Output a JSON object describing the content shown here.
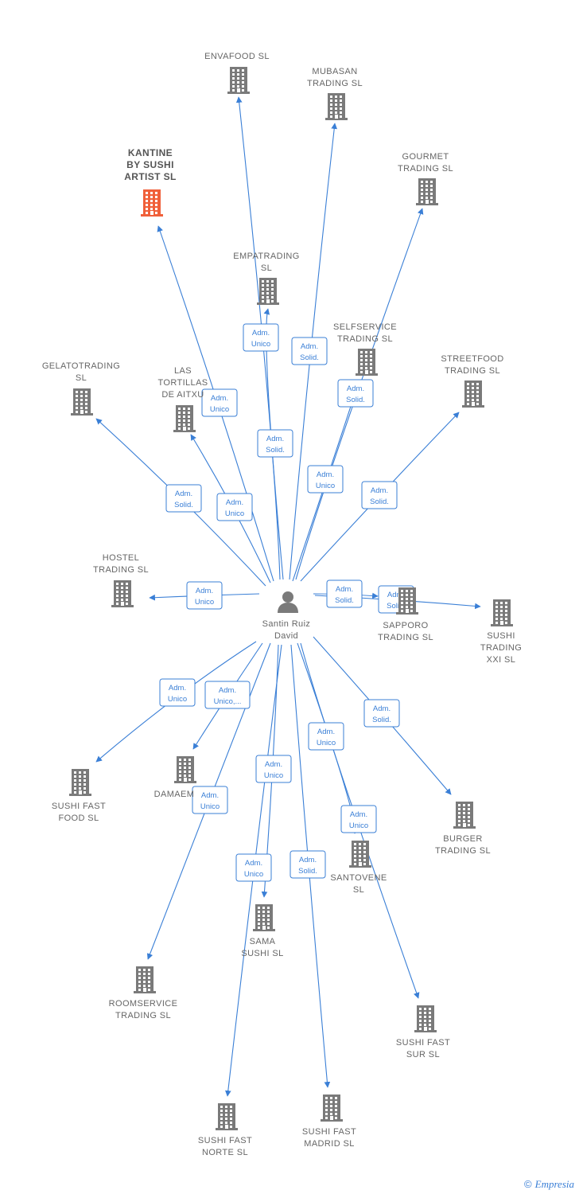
{
  "person": {
    "name_lines": [
      "Santin Ruiz",
      "David"
    ]
  },
  "companies": [
    {
      "id": "envafood",
      "lines": [
        "ENVAFOOD  SL"
      ],
      "focus": false
    },
    {
      "id": "mubasan",
      "lines": [
        "MUBASAN",
        "TRADING  SL"
      ],
      "focus": false
    },
    {
      "id": "gourmet",
      "lines": [
        "GOURMET",
        "TRADING  SL"
      ],
      "focus": false
    },
    {
      "id": "kantine",
      "lines": [
        "KANTINE",
        "BY SUSHI",
        "ARTIST  SL"
      ],
      "focus": true
    },
    {
      "id": "empatrading",
      "lines": [
        "EMPATRADING",
        "SL"
      ],
      "focus": false
    },
    {
      "id": "selfservice",
      "lines": [
        "SELFSERVICE",
        "TRADING  SL"
      ],
      "focus": false
    },
    {
      "id": "streetfood",
      "lines": [
        "STREETFOOD",
        "TRADING  SL"
      ],
      "focus": false
    },
    {
      "id": "gelatotrading",
      "lines": [
        "GELATOTRADING",
        "SL"
      ],
      "focus": false
    },
    {
      "id": "lastortillas",
      "lines": [
        "LAS",
        "TORTILLAS",
        "DE AITXU"
      ],
      "focus": false
    },
    {
      "id": "hostel",
      "lines": [
        "HOSTEL",
        "TRADING  SL"
      ],
      "focus": false
    },
    {
      "id": "sapporo",
      "lines": [
        "SAPPORO",
        "TRADING  SL"
      ],
      "focus": false
    },
    {
      "id": "sushixxi",
      "lines": [
        "SUSHI",
        "TRADING",
        "XXI  SL"
      ],
      "focus": false
    },
    {
      "id": "sushifastfood",
      "lines": [
        "SUSHI FAST",
        "FOOD  SL"
      ],
      "focus": false
    },
    {
      "id": "damaem",
      "lines": [
        "DAMAEM"
      ],
      "focus": false
    },
    {
      "id": "burger",
      "lines": [
        "BURGER",
        "TRADING  SL"
      ],
      "focus": false
    },
    {
      "id": "santovene",
      "lines": [
        "SANTOVENE",
        "SL"
      ],
      "focus": false
    },
    {
      "id": "sama",
      "lines": [
        "SAMA",
        "SUSHI  SL"
      ],
      "focus": false
    },
    {
      "id": "roomservice",
      "lines": [
        "ROOMSERVICE",
        "TRADING  SL"
      ],
      "focus": false
    },
    {
      "id": "sushifastsur",
      "lines": [
        "SUSHI FAST",
        "SUR  SL"
      ],
      "focus": false
    },
    {
      "id": "sushifastnorte",
      "lines": [
        "SUSHI FAST",
        "NORTE  SL"
      ],
      "focus": false
    },
    {
      "id": "sushifastmadrid",
      "lines": [
        "SUSHI FAST",
        "MADRID  SL"
      ],
      "focus": false
    }
  ],
  "relations": [
    {
      "to": "envafood",
      "label": [
        "Adm.",
        "Solid."
      ]
    },
    {
      "to": "mubasan",
      "label": [
        "Adm.",
        "Solid."
      ]
    },
    {
      "to": "gourmet",
      "label": [
        "Adm.",
        "Unico"
      ]
    },
    {
      "to": "kantine",
      "label": [
        "Adm.",
        "Unico"
      ]
    },
    {
      "to": "empatrading",
      "label": [
        "Adm.",
        "Unico"
      ]
    },
    {
      "to": "selfservice",
      "label": [
        "Adm.",
        "Solid."
      ]
    },
    {
      "to": "streetfood",
      "label": [
        "Adm.",
        "Solid."
      ]
    },
    {
      "to": "gelatotrading",
      "label": [
        "Adm.",
        "Solid."
      ]
    },
    {
      "to": "lastortillas",
      "label": [
        "Adm.",
        "Unico"
      ]
    },
    {
      "to": "hostel",
      "label": [
        "Adm.",
        "Unico"
      ]
    },
    {
      "to": "sapporo",
      "label": [
        "Adm.",
        "Solid."
      ]
    },
    {
      "to": "sushixxi",
      "label": [
        "Adm.",
        "Solid."
      ]
    },
    {
      "to": "sushifastfood",
      "label": [
        "Adm.",
        "Unico"
      ]
    },
    {
      "to": "damaem",
      "label": [
        "Adm.",
        "Unico,..."
      ]
    },
    {
      "to": "roomservice",
      "label": [
        "Adm.",
        "Unico"
      ]
    },
    {
      "to": "sama",
      "label": [
        "Adm.",
        "Unico"
      ]
    },
    {
      "to": "sushifastnorte",
      "label": [
        "Adm.",
        "Unico"
      ]
    },
    {
      "to": "sushifastmadrid",
      "label": [
        "Adm.",
        "Solid."
      ]
    },
    {
      "to": "santovene",
      "label": [
        "Adm.",
        "Unico"
      ]
    },
    {
      "to": "sushifastsur",
      "label": [
        "Adm.",
        "Unico"
      ]
    },
    {
      "to": "burger",
      "label": [
        "Adm.",
        "Solid."
      ]
    }
  ],
  "colors": {
    "edge": "#3a7fd6",
    "building": "#7a7a7a",
    "focus": "#f0603a",
    "person": "#7a7a7a"
  },
  "footer": {
    "copyright": "©",
    "brand": "Empresia"
  }
}
